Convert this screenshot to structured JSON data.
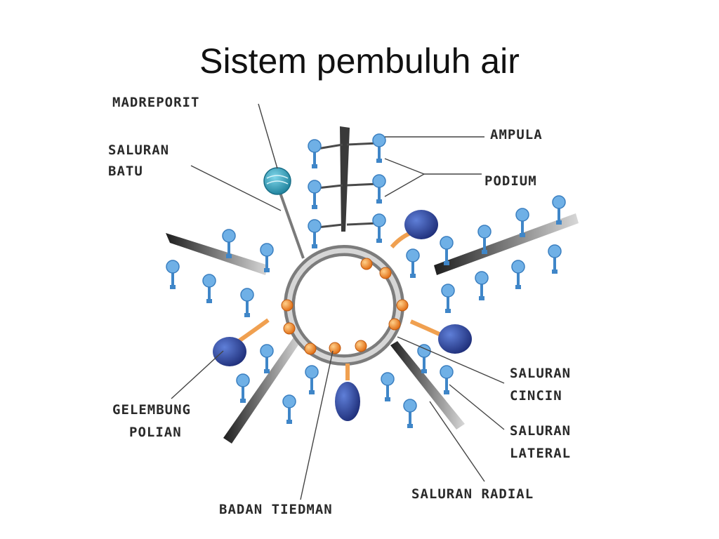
{
  "title": "Sistem pembuluh air",
  "labels": {
    "madreporit": "MADREPORIT",
    "saluran_batu_1": "SALURAN",
    "saluran_batu_2": "BATU",
    "ampula": "AMPULA",
    "podium": "PODIUM",
    "gelembung_polian_1": "GELEMBUNG",
    "gelembung_polian_2": "POLIAN",
    "saluran_cincin_1": "SALURAN",
    "saluran_cincin_2": "CINCIN",
    "saluran_lateral_1": "SALURAN",
    "saluran_lateral_2": "LATERAL",
    "saluran_radial": "SALURAN RADIAL",
    "badan_tiedman": "BADAN TIEDMAN"
  },
  "colors": {
    "tube_foot": "#5b9bd5",
    "polian_vesicle": "#2c3f8f",
    "madreporite": "#2aa3c2",
    "tiedemann_body": "#f08a24",
    "canal_dark": "#2a2a2a",
    "ring_canal": "#9e9e9e"
  },
  "icons": [
    "tube-foot-icon",
    "polian-vesicle-icon",
    "madreporite-icon",
    "tiedemann-body-icon"
  ]
}
